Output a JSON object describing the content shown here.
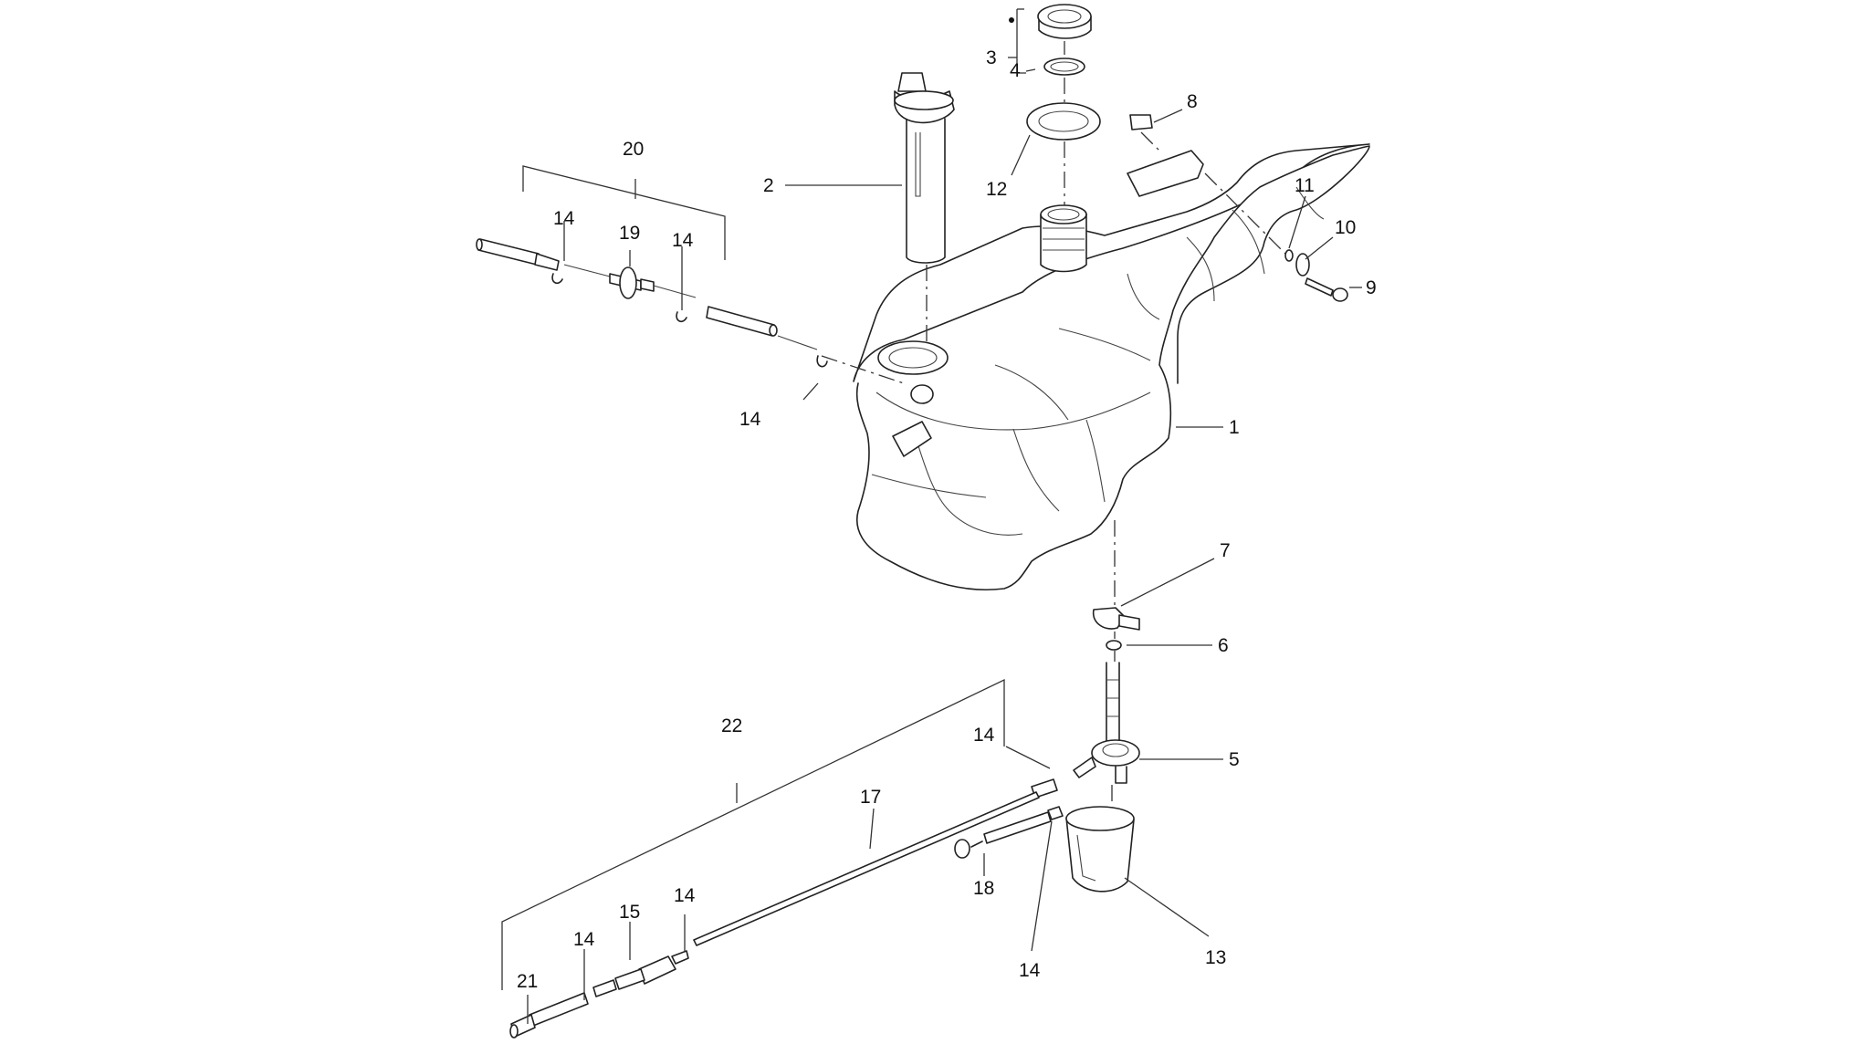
{
  "callouts": {
    "c1": "1",
    "c2": "2",
    "c3": "3",
    "c4": "4",
    "c5": "5",
    "c6": "6",
    "c7": "7",
    "c8": "8",
    "c9": "9",
    "c10": "10",
    "c11": "11",
    "c12": "12",
    "c13": "13",
    "c14a": "14",
    "c14b": "14",
    "c14c": "14",
    "c14d": "14",
    "c14e": "14",
    "c14f": "14",
    "c14g": "14",
    "c15": "15",
    "c17": "17",
    "c18": "18",
    "c19": "19",
    "c20": "20",
    "c21": "21",
    "c22": "22"
  }
}
